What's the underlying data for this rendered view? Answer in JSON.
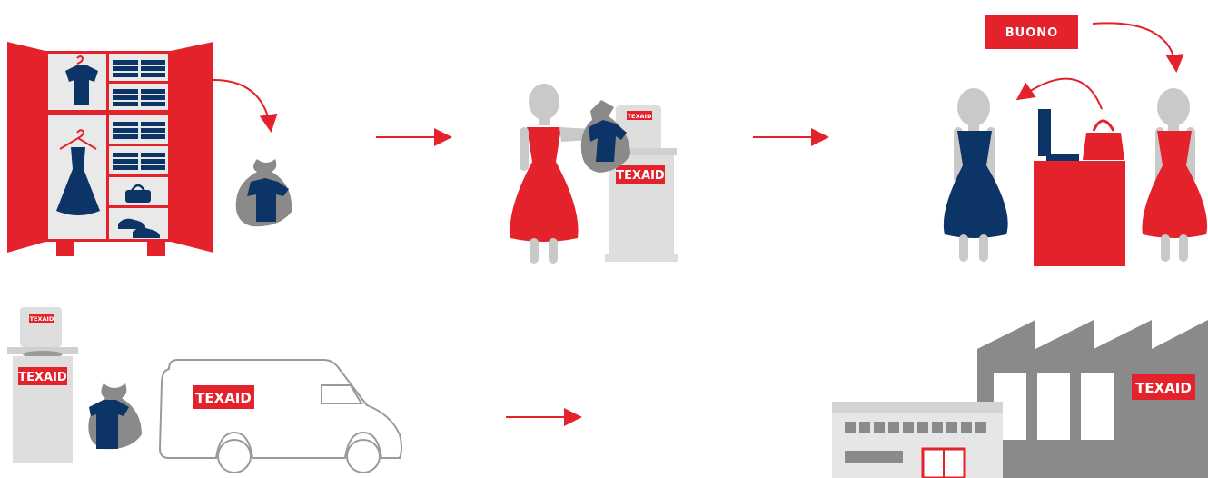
{
  "brand": {
    "name": "TEXAID",
    "colors": {
      "red": "#e3222b",
      "navy": "#0d3466",
      "grey": "#c9c9c9",
      "dark_grey": "#8a8a8a",
      "light_grey": "#dedede",
      "building": "#e6e6e6"
    }
  },
  "voucher": {
    "label": "BUONO"
  },
  "labels": {
    "box_small": "TEXAID",
    "box_front": "TEXAID",
    "store_box_small": "TEXAID",
    "store_box_front": "TEXAID",
    "van": "TEXAID",
    "factory": "TEXAID"
  }
}
